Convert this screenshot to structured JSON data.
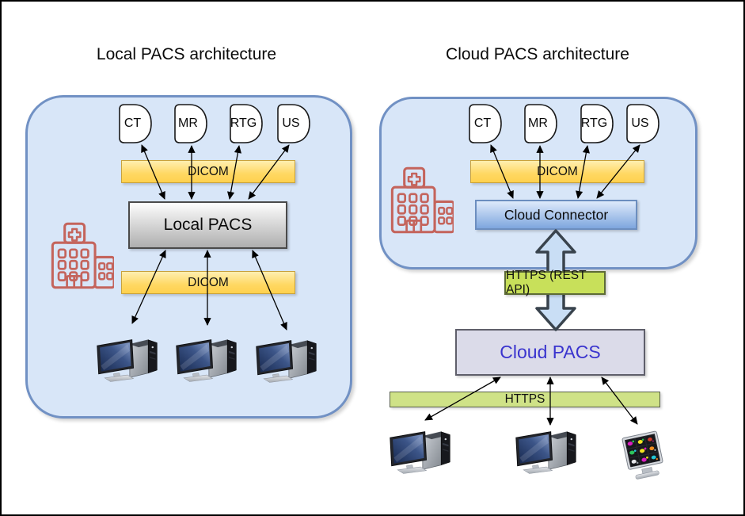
{
  "diagram": {
    "left": {
      "title": "Local PACS architecture",
      "modalities": [
        "CT",
        "MR",
        "RTG",
        "US"
      ],
      "dicom_top": "DICOM",
      "dicom_bottom": "DICOM",
      "pacs": "Local PACS"
    },
    "right": {
      "title": "Cloud PACS architecture",
      "modalities": [
        "CT",
        "MR",
        "RTG",
        "US"
      ],
      "dicom": "DICOM",
      "connector": "Cloud Connector",
      "https_rest": "HTTPS (REST API)",
      "cloud_pacs": "Cloud PACS",
      "https": "HTTPS"
    },
    "icons": {
      "hospital": "hospital-building-icon",
      "workstation": "desktop-computer-icon",
      "viewer": "image-viewer-monitor-icon",
      "modality": "modality-d-shape-icon",
      "big_arrow": "double-headed-block-arrow-icon"
    },
    "colors": {
      "site_fill": "#D8E6F8",
      "site_border": "#7191C4",
      "dicom_fill": "#FFD863",
      "dicom_border": "#C9A23C",
      "local_pacs_fill": "#D9D9D9",
      "connector_fill": "#7EA6DE",
      "connector_border": "#6C8EBF",
      "cloud_pacs_fill": "#DBDBE9",
      "cloud_pacs_text": "#3A34CE",
      "https_rest_fill": "#C8E05A",
      "https_bar_fill": "#CFE287",
      "hospital_stroke": "#C4645C",
      "big_arrow_fill": "#C9DEF5",
      "big_arrow_stroke": "#39434D",
      "arrow_stroke": "#000000"
    }
  }
}
